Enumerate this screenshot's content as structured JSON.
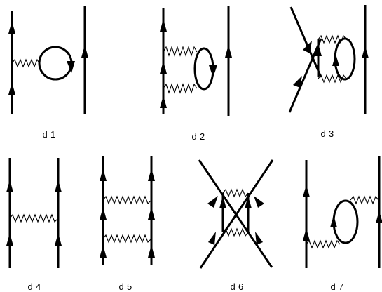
{
  "diagrams": [
    {
      "id": "d1",
      "label": "d 1"
    },
    {
      "id": "d2",
      "label": "d 2"
    },
    {
      "id": "d3",
      "label": "d 3"
    },
    {
      "id": "d4",
      "label": "d 4"
    },
    {
      "id": "d5",
      "label": "d 5"
    },
    {
      "id": "d6",
      "label": "d 6"
    },
    {
      "id": "d7",
      "label": "d 7"
    }
  ]
}
